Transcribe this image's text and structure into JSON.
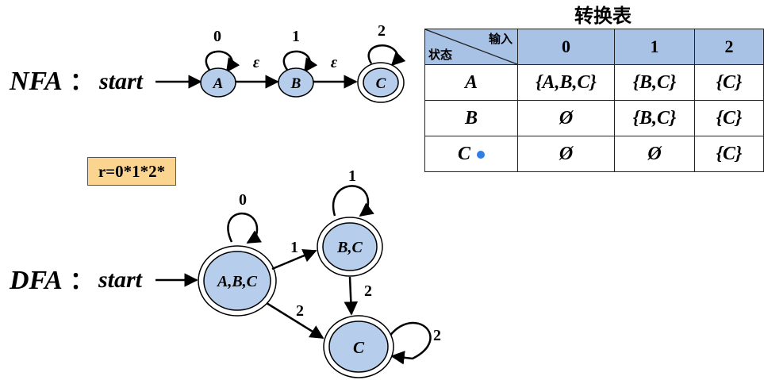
{
  "nfa": {
    "label": "NFA",
    "colon": "：",
    "start_label": "start",
    "states": [
      "A",
      "B",
      "C"
    ],
    "self_loops": [
      "0",
      "1",
      "2"
    ],
    "edges": [
      "ε",
      "ε"
    ],
    "accepting": [
      "C"
    ]
  },
  "regex": "r=0*1*2*",
  "dfa": {
    "label": "DFA",
    "colon": "：",
    "start_label": "start",
    "states": [
      "A,B,C",
      "B,C",
      "C"
    ],
    "self_loops": [
      "0",
      "1",
      "2"
    ],
    "edges": [
      {
        "from": "A,B,C",
        "to": "B,C",
        "label": "1"
      },
      {
        "from": "A,B,C",
        "to": "C",
        "label": "2"
      },
      {
        "from": "B,C",
        "to": "C",
        "label": "2"
      }
    ],
    "accepting": [
      "A,B,C",
      "B,C",
      "C"
    ]
  },
  "table": {
    "title": "转换表",
    "header_input": "输入",
    "header_state": "状态",
    "columns": [
      "0",
      "1",
      "2"
    ],
    "rows": [
      {
        "state": "A",
        "cells": [
          "{A,B,C}",
          "{B,C}",
          "{C}"
        ]
      },
      {
        "state": "B",
        "cells": [
          "Ø",
          "{B,C}",
          "{C}"
        ]
      },
      {
        "state": "C",
        "cells": [
          "Ø",
          "Ø",
          "{C}"
        ]
      }
    ]
  },
  "colors": {
    "state_fill": "#b6cdec",
    "header_fill": "#a8c2e6",
    "regex_fill": "#fbd58f",
    "cursor_dot": "#2f7fe6"
  }
}
